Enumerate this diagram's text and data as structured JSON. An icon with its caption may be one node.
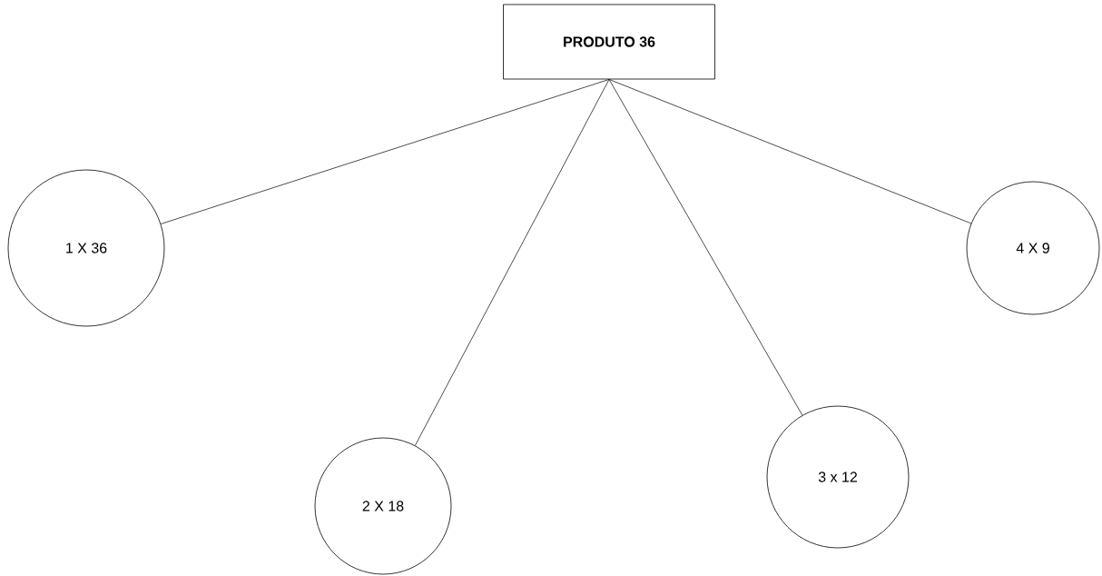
{
  "diagram": {
    "nodes": [
      {
        "text": [
          "PRODUTO 36"
        ]
      },
      {
        "text": [
          "1 X 36"
        ]
      },
      {
        "text": [
          "2 X 18"
        ]
      },
      {
        "text": [
          "3 x 12"
        ]
      },
      {
        "text": [
          "4 X 9"
        ]
      }
    ],
    "edges": [
      {
        "from": 0,
        "to": 1,
        "arrow": "none"
      },
      {
        "from": 0,
        "to": 2,
        "arrow": "none"
      },
      {
        "from": 0,
        "to": 3,
        "arrow": "none"
      },
      {
        "from": 0,
        "to": 4,
        "arrow": "none"
      }
    ]
  }
}
